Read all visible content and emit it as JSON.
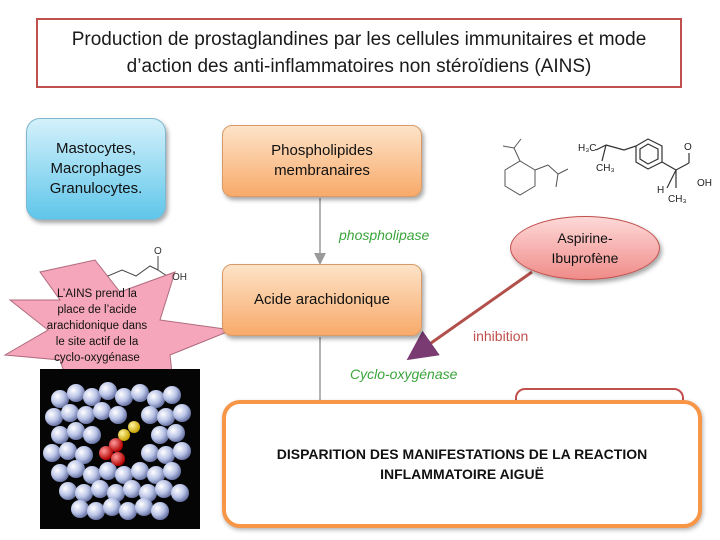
{
  "title": "Production de prostaglandines par les cellules immunitaires et mode d’action des anti-inflammatoires non stéroïdiens (AINS)",
  "cells": [
    "Mastocytes,",
    "Macrophages",
    "Granulocytes."
  ],
  "phospholipids": [
    "Phospholipides",
    "membranaires"
  ],
  "enzyme1": "phospholipase",
  "arachidonic_acid": "Acide arachidonique",
  "enzyme2": "Cyclo-oxygénase",
  "drugs": [
    "Aspirine-",
    "Ibuprofène"
  ],
  "inhibition": "inhibition",
  "star_note": [
    "L’AINS prend la",
    "place de l’acide",
    "arachidonique dans",
    "le site actif de la",
    "cyclo-oxygénase"
  ],
  "outcome": "DISPARITION DES MANIFESTATIONS DE LA REACTION INFLAMMATOIRE AIGUË",
  "molecule_labels": {
    "ibuprofen_left": [
      "H₃C",
      "CH₃"
    ],
    "ibuprofen_oh": "OH",
    "ibuprofen_h": "H",
    "ibuprofen_ch3": "CH₃",
    "ibuprofen_o": "O",
    "arachidonic_o": "O",
    "arachidonic_oh": "OH"
  },
  "colors": {
    "title_border": "#c0504d",
    "cells_fill": "#5fc6ea",
    "orange_fill": "#f8aa6a",
    "enzyme_text": "#3aa43a",
    "inhibition": "#c0504d",
    "outcome_border": "#f79646"
  }
}
